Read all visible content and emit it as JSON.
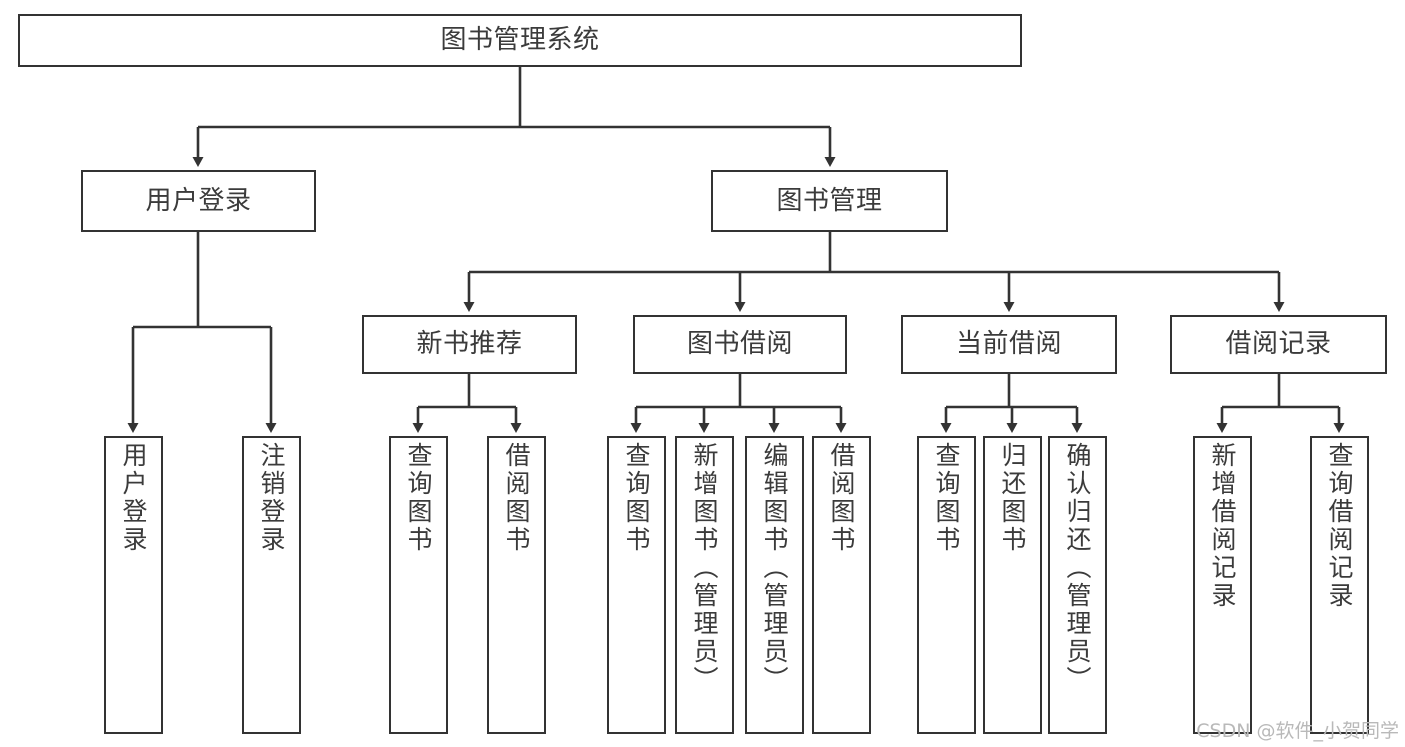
{
  "diagram": {
    "title": "图书管理系统",
    "watermark": "CSDN @软件_小贺同学",
    "stroke_color": "#333333",
    "text_color": "#3b3b3b",
    "background": "#ffffff",
    "nodes": {
      "root": "图书管理系统",
      "level2": {
        "user_login": "用户登录",
        "book_manage": "图书管理"
      },
      "level3": {
        "new_book_recommend": "新书推荐",
        "book_borrow": "图书借阅",
        "current_borrow": "当前借阅",
        "borrow_record": "借阅记录"
      },
      "leaves": {
        "user_login_1": "用户登录",
        "user_login_2": "注销登录",
        "new_book_1": "查询图书",
        "new_book_2": "借阅图书",
        "book_borrow_1": "查询图书",
        "book_borrow_2": "新增图书（管理员）",
        "book_borrow_3": "编辑图书（管理员）",
        "book_borrow_4": "借阅图书",
        "current_borrow_1": "查询图书",
        "current_borrow_2": "归还图书",
        "current_borrow_3": "确认归还（管理员）",
        "borrow_record_1": "新增借阅记录",
        "borrow_record_2": "查询借阅记录"
      }
    }
  }
}
